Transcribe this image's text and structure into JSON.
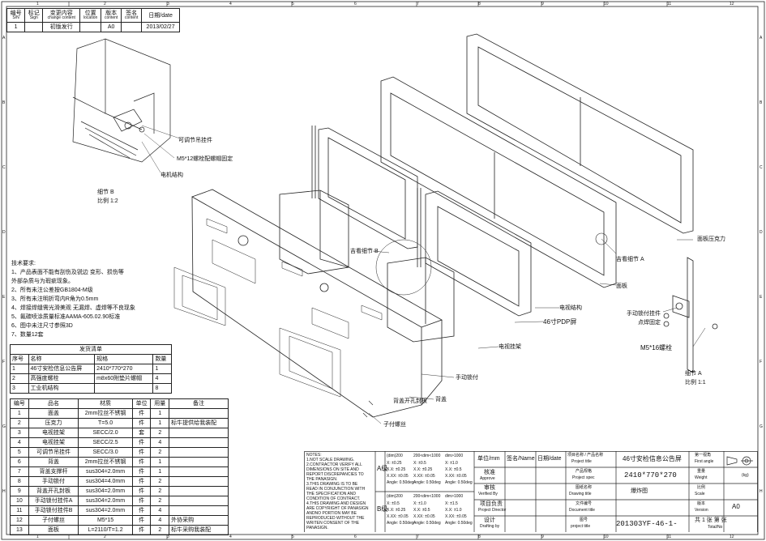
{
  "border": {
    "top_numbers": [
      "1",
      "2",
      "3",
      "4",
      "5",
      "6",
      "7",
      "8",
      "9",
      "10",
      "11",
      "12"
    ],
    "bottom_numbers": [
      "1",
      "2",
      "3",
      "4",
      "5",
      "6",
      "7",
      "8",
      "9",
      "10",
      "11",
      "12"
    ],
    "side_letters": [
      "A",
      "B",
      "C",
      "D",
      "E",
      "F",
      "G",
      "H"
    ]
  },
  "revision": {
    "headers": [
      [
        "编号",
        "S/N"
      ],
      [
        "标记",
        "Sign"
      ],
      [
        "变更内容",
        "change content"
      ],
      [
        "位置",
        "location"
      ],
      [
        "版本",
        "content"
      ],
      [
        "签名",
        "content"
      ],
      [
        "日期/date",
        ""
      ]
    ],
    "row": {
      "sn": "1",
      "content": "初版发行",
      "version": "A0",
      "date": "2013/02/27"
    }
  },
  "detail_b": {
    "title": "细节 B",
    "scale": "比例 1:2",
    "callouts": [
      "可调节吊挂件",
      "M5*12螺栓配螺帽固定",
      "电机结构"
    ]
  },
  "detail_a": {
    "title": "细节 A",
    "scale": "比例 1:1",
    "callouts": [
      "手动锁付挂件",
      "点焊固定",
      "M5*16螺栓"
    ]
  },
  "main_callouts": [
    "面板压克力",
    "面板",
    "吉看细节 A",
    "吉看细节 B",
    "电视结构",
    "46寸PDP屏",
    "电视挂架",
    "手动锁付",
    "背盖开孔封板",
    "背盖",
    "子付螺丝"
  ],
  "tech_notes": {
    "title": "技术要求:",
    "items": [
      "1、产品表面不能有刮伤及锐边 变形、损伤等",
      "  外部杂质与为瑕疵现象。",
      "2、所有未注公差按GB1804-M级",
      "3、所有未注明折弯内R角为0.5mm",
      "4、焊接焊缝需光滑美观 无漏焊、虚焊等不良现象",
      "5、氟碳喷涂质量标准AAMA-605.02.90标准",
      "6、图中未注尺寸参照3D",
      "7、数量12套"
    ]
  },
  "ship_list": {
    "title": "发货清单",
    "headers": [
      "序号",
      "名称",
      "规格",
      "数量"
    ],
    "rows": [
      [
        "1",
        "46寸安检信息公告屏",
        "2410*770*270",
        "1"
      ],
      [
        "2",
        "高强度螺栓",
        "m8x60附垫片螺帽",
        "4"
      ],
      [
        "3",
        "工业机结构",
        "",
        "8"
      ]
    ]
  },
  "bom": {
    "headers": [
      "编号",
      "品名",
      "材质",
      "单位",
      "用量",
      "备注"
    ],
    "rows": [
      [
        "1",
        "面盖",
        "2mm拉丝不锈钢",
        "件",
        "1",
        ""
      ],
      [
        "2",
        "压克力",
        "T=5.0",
        "件",
        "1",
        "标牛提供给我装配"
      ],
      [
        "3",
        "电视挂架",
        "SECC/2.0",
        "套",
        "2",
        ""
      ],
      [
        "4",
        "电视挂架",
        "SECC/2.5",
        "件",
        "4",
        ""
      ],
      [
        "5",
        "可调节吊挂件",
        "SECC/3.0",
        "件",
        "2",
        ""
      ],
      [
        "6",
        "背盖",
        "2mm拉丝不锈钢",
        "件",
        "1",
        ""
      ],
      [
        "7",
        "背盖支撑杆",
        "sus304=2.0mm",
        "件",
        "1",
        ""
      ],
      [
        "8",
        "手动锁付",
        "sus304=4.0mm",
        "件",
        "2",
        ""
      ],
      [
        "9",
        "背盖开孔封板",
        "sus304=2.0mm",
        "件",
        "2",
        ""
      ],
      [
        "10",
        "手动锁付挂件A",
        "sus304=2.0mm",
        "件",
        "2",
        ""
      ],
      [
        "11",
        "手动锁付挂件B",
        "sus304=2.0mm",
        "件",
        "4",
        ""
      ],
      [
        "12",
        "子付螺丝",
        "M5*15",
        "件",
        "4",
        "外协采购"
      ],
      [
        "13",
        "面板",
        "L=2110/T=1.2",
        "件",
        "2",
        "标牛采购我装配"
      ]
    ]
  },
  "notes_block": {
    "title": "NOTES:",
    "lines": [
      "1.NOT SCALE DRAWING.",
      "2.CONTRACTOR VERIFY ALL",
      "DIMENSIONS ON SITE AND",
      "REPORT DISCREPANCIES TO",
      "THE PANASIGN.",
      "3.THIS DRAWING IS TO BE",
      "READ IN CONJUNCTION WITH",
      "THE SPECIFICATION AND",
      "CONDITION OF CONTRACT.",
      "4.THIS DRAWING AND DESIGN",
      "ARE COPYRIGHT OF PANASIGN",
      "ANDNO PORTION MAY BE",
      "REPRODUCED WITHOUT THE",
      "WRITEN CONSENT OF THE",
      "PANASIGN."
    ]
  },
  "tolerance": {
    "grade_a": "A级",
    "grade_b": "B级",
    "cols": [
      "(dim)200",
      "200<dim<1000",
      "dim>1000"
    ],
    "rows_a": [
      [
        "X: ±0.25",
        "X: ±0.5",
        "X: ±1.0"
      ],
      [
        "X.X: ±0.25",
        "X.X: ±0.25",
        "X.X: ±0.5"
      ],
      [
        "X.XX: ±0.05",
        "X.XX: ±0.05",
        "X.XX: ±0.05"
      ],
      [
        "Angle: 0.50deg",
        "Angle: 0.50deg",
        "Angle: 0.50deg"
      ]
    ],
    "rows_b": [
      [
        "X: ±0.5",
        "X: ±1.0",
        "X: ±1.5"
      ],
      [
        "X.X: ±0.25",
        "X.X: ±0.5",
        "X.X: ±1.0"
      ],
      [
        "X.XX: ±0.05",
        "X.XX: ±0.05",
        "X.XX: ±0.05"
      ],
      [
        "Angle: 0.50deg",
        "Angle: 0.50deg",
        "Angle: 0.50deg"
      ]
    ]
  },
  "title_block": {
    "unit": "单位/mm",
    "sign_name": "签名/Name",
    "sign_date": "日期/date",
    "approve": [
      "核准",
      "Approve"
    ],
    "verified": [
      "审核",
      "Verified By"
    ],
    "director": [
      "项目负责",
      "Project Director"
    ],
    "drafting": [
      "设计",
      "Drafting by"
    ],
    "project_title_label": [
      "项目名称 / 产品名称",
      "Project title"
    ],
    "project_title": "46寸安检信息公告屏",
    "project_spec_label": [
      "产品规格",
      "Project spec"
    ],
    "project_spec": "2410*770*270",
    "drawing_title_label": [
      "图纸名称",
      "Drawing title"
    ],
    "drawing_title": "爆炸图",
    "document_title_label": [
      "文件编号",
      "Document title"
    ],
    "document_title": "",
    "project_no_label": [
      "图号",
      "project title"
    ],
    "project_no": "201303YF-46-1-",
    "first_angle": [
      "第一视角",
      "First angle"
    ],
    "weight_label": [
      "重量",
      "Weight"
    ],
    "weight_unit": "(kg)",
    "scale_label": [
      "比例",
      "Scale"
    ],
    "version_label": [
      "版本",
      "Version"
    ],
    "version": "A0",
    "sheet": "共 1 张 第 张",
    "total_no": "Total/No"
  }
}
